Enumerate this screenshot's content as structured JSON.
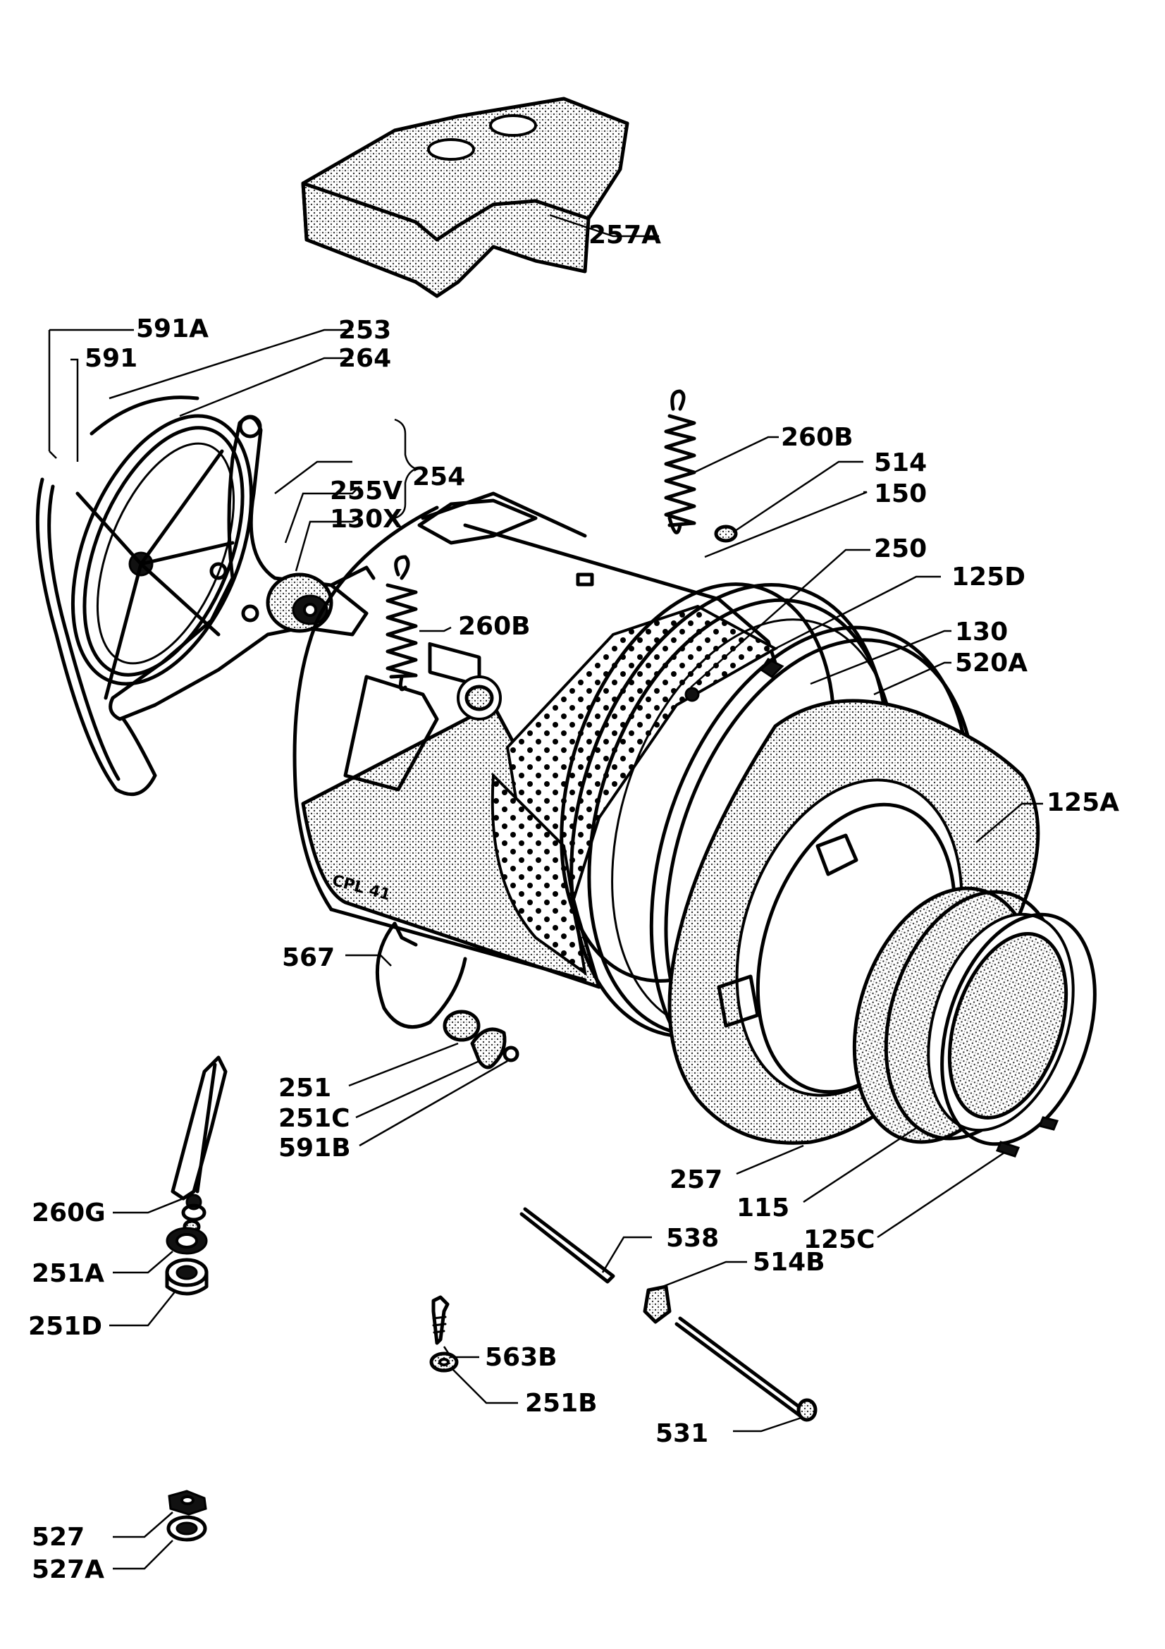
{
  "labels": {
    "l_257A": "257A",
    "l_591A": "591A",
    "l_253": "253",
    "l_591": "591",
    "l_264": "264",
    "l_254": "254",
    "l_255V": "255V",
    "l_130X": "130X",
    "l_260B_top": "260B",
    "l_514": "514",
    "l_150": "150",
    "l_250": "250",
    "l_125D": "125D",
    "l_260B_mid": "260B",
    "l_130": "130",
    "l_520A": "520A",
    "l_125A": "125A",
    "l_567": "567",
    "l_251": "251",
    "l_251C": "251C",
    "l_591B": "591B",
    "l_257": "257",
    "l_115": "115",
    "l_125C": "125C",
    "l_260G": "260G",
    "l_251A": "251A",
    "l_538": "538",
    "l_514B": "514B",
    "l_251D": "251D",
    "l_563B": "563B",
    "l_251B": "251B",
    "l_531": "531",
    "l_527": "527",
    "l_527A": "527A",
    "l_cpl": "CPL 41"
  }
}
